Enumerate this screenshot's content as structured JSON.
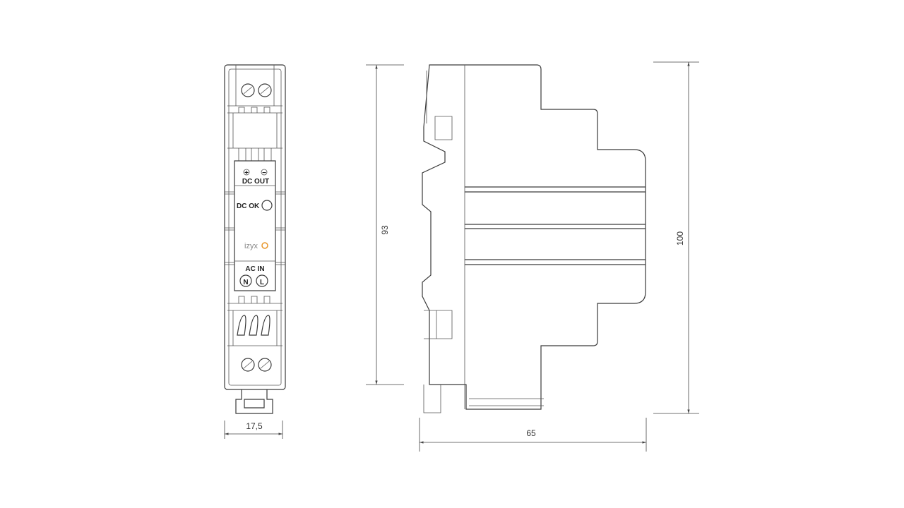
{
  "front_view": {
    "plus_symbol": "+",
    "minus_symbol": "−",
    "dc_out_label": "DC OUT",
    "dc_ok_label": "DC OK",
    "brand_logo": "izyx",
    "ac_in_label": "AC IN",
    "neutral_label": "N",
    "live_label": "L"
  },
  "dimensions": {
    "width_front": "17,5",
    "height_body": "93",
    "height_total": "100",
    "depth": "65"
  },
  "colors": {
    "line": "#3a3a3a",
    "logo_accent": "#e8962a"
  }
}
